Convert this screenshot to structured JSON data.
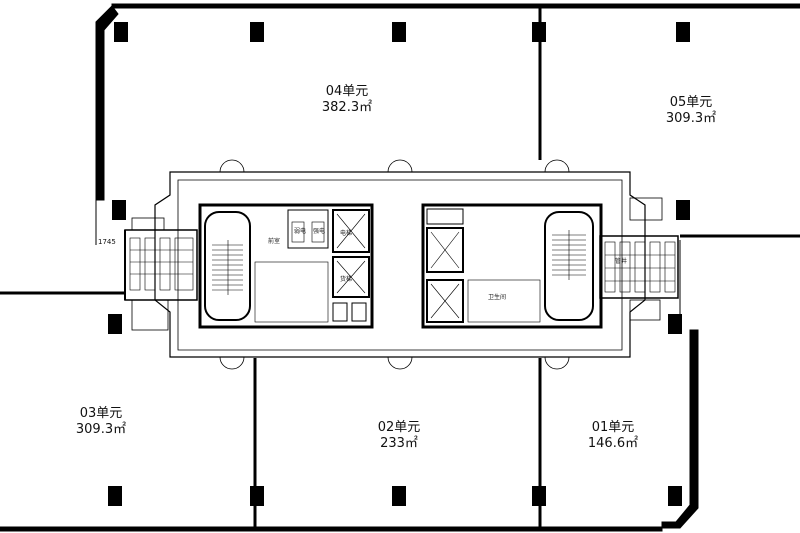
{
  "units": [
    {
      "id": "04",
      "name": "04单元",
      "area": "382.3㎡"
    },
    {
      "id": "05",
      "name": "05单元",
      "area": "309.3㎡"
    },
    {
      "id": "03",
      "name": "03单元",
      "area": "309.3㎡"
    },
    {
      "id": "02",
      "name": "02单元",
      "area": "233㎡"
    },
    {
      "id": "01",
      "name": "01单元",
      "area": "146.6㎡"
    }
  ],
  "dimension_label": "1745",
  "core_small_labels": [
    "前室",
    "电梯",
    "货梯",
    "弱电",
    "强电",
    "卫生间",
    "管井"
  ]
}
